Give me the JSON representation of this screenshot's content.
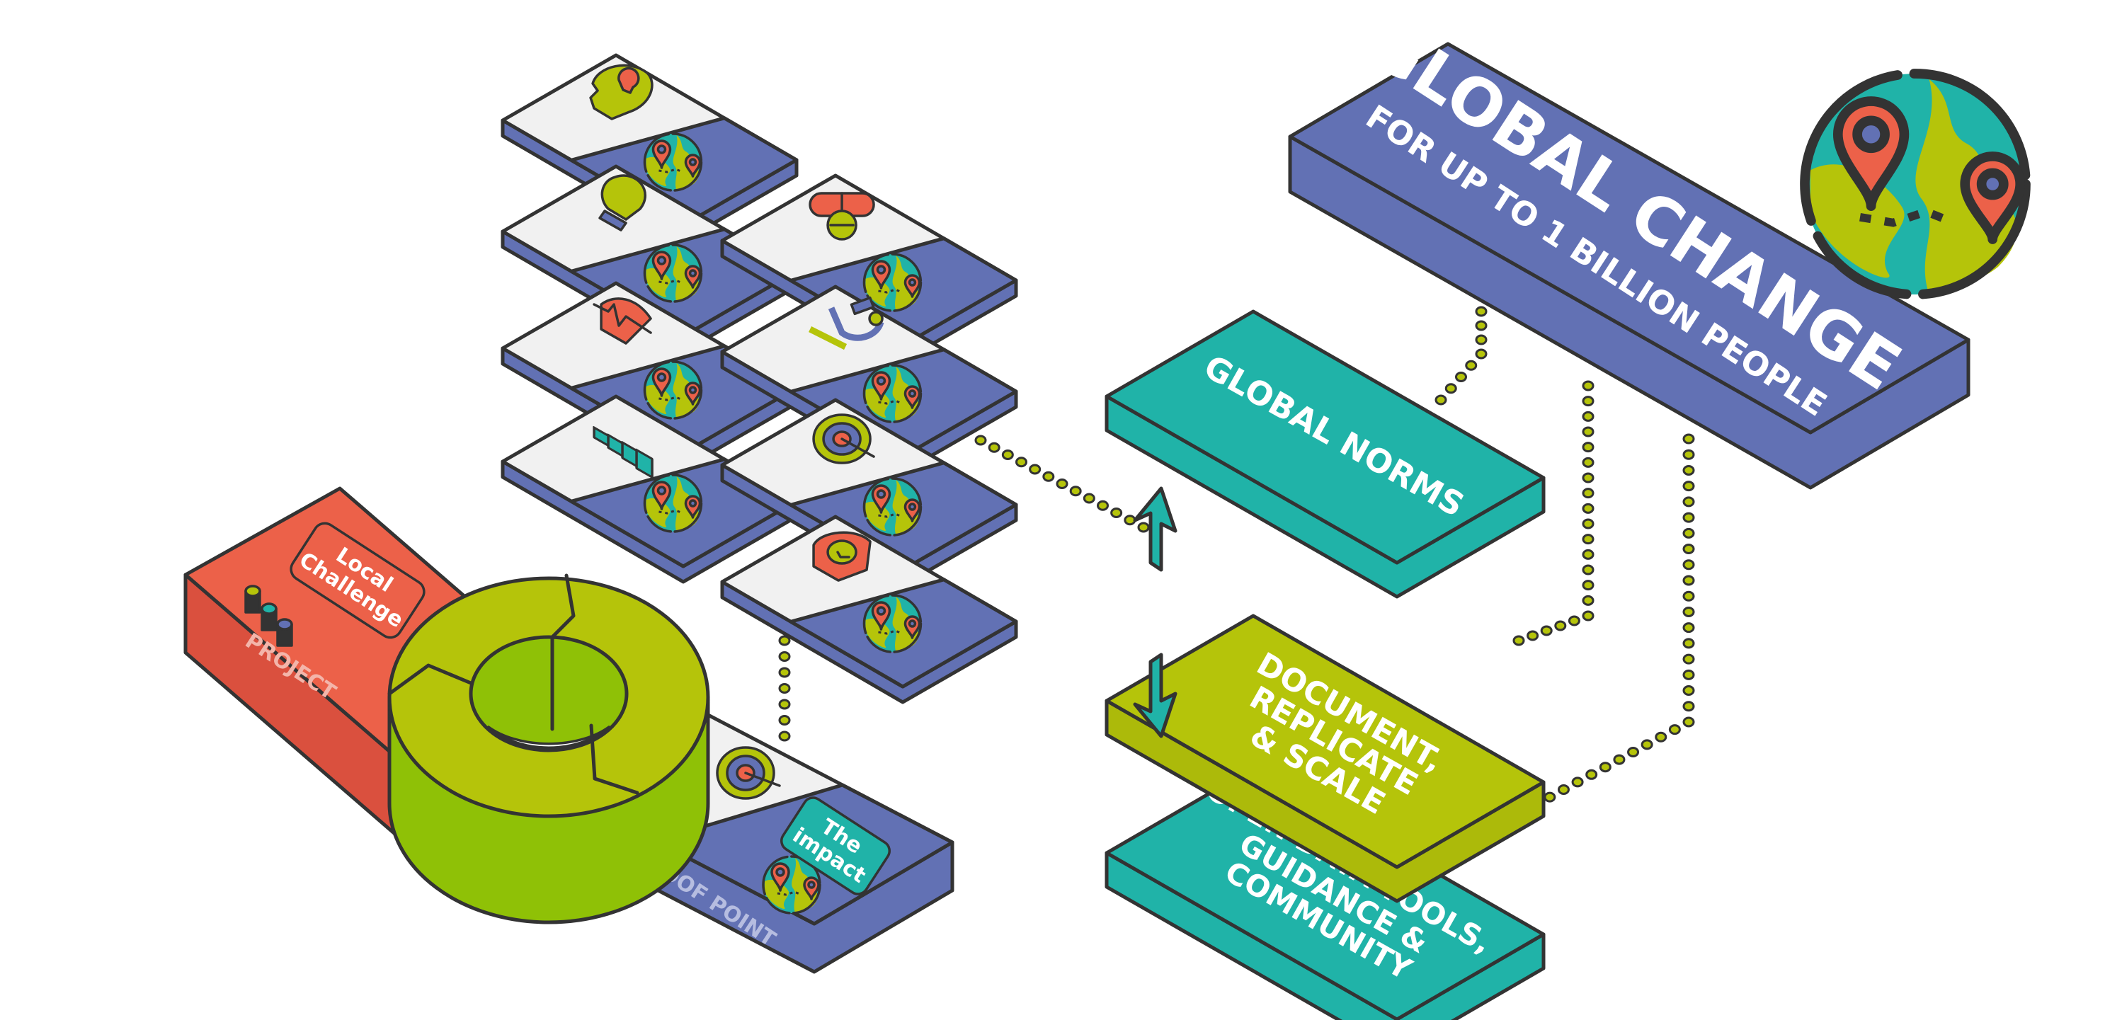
{
  "title": "From local project to global change",
  "colors": {
    "outline": "#333333",
    "purple": "#6271b4",
    "teal": "#20b3a8",
    "lime": "#b5c40a",
    "lime_dark": "#8fc106",
    "coral": "#ec6149",
    "coral_dark": "#da503e",
    "paper": "#f1f1f1",
    "project_label": "#f3b5aa",
    "proof_label": "#b6bde0"
  },
  "project_block": {
    "side_label": "PROJECT",
    "bubble_text": [
      "Local",
      "Challenge"
    ],
    "icon": "stacked-coins-icon"
  },
  "cycle": {
    "icon": "circular-arrows-cycle-icon"
  },
  "proof_block": {
    "side_label": "PROOF POINT",
    "bubble_text": [
      "The",
      "impact"
    ],
    "icons": [
      "hands-holding-people-icon",
      "target-arrow-icon",
      "globe-pins-icon"
    ]
  },
  "cards": [
    {
      "icon": "head-lightbulb-icon",
      "impact_icon": "globe-pins-icon"
    },
    {
      "icon": "lightbulb-icon",
      "impact_icon": "globe-pins-icon"
    },
    {
      "icon": "pills-icon",
      "impact_icon": "globe-pins-icon"
    },
    {
      "icon": "heart-pulse-icon",
      "impact_icon": "globe-pins-icon"
    },
    {
      "icon": "microscope-icon",
      "impact_icon": "globe-pins-icon"
    },
    {
      "icon": "bar-chart-icon",
      "impact_icon": "globe-pins-icon"
    },
    {
      "icon": "target-icon",
      "impact_icon": "globe-pins-icon"
    },
    {
      "icon": "shield-check-icon",
      "impact_icon": "globe-pins-icon"
    }
  ],
  "pillars": {
    "global_norms": {
      "lines": [
        "GLOBAL NORMS"
      ]
    },
    "document": {
      "lines": [
        "DOCUMENT,",
        "REPLICATE",
        "& SCALE"
      ]
    },
    "open_data": {
      "lines": [
        "OPEN DATA TOOLS,",
        "GUIDANCE &",
        "COMMUNITY"
      ]
    },
    "arrows": [
      "arrow-up-icon",
      "arrow-down-icon"
    ]
  },
  "global_change": {
    "title": "GLOBAL CHANGE",
    "subtitle": "FOR UP TO 1 BILLION PEOPLE",
    "icon": "globe-location-pins-icon"
  }
}
